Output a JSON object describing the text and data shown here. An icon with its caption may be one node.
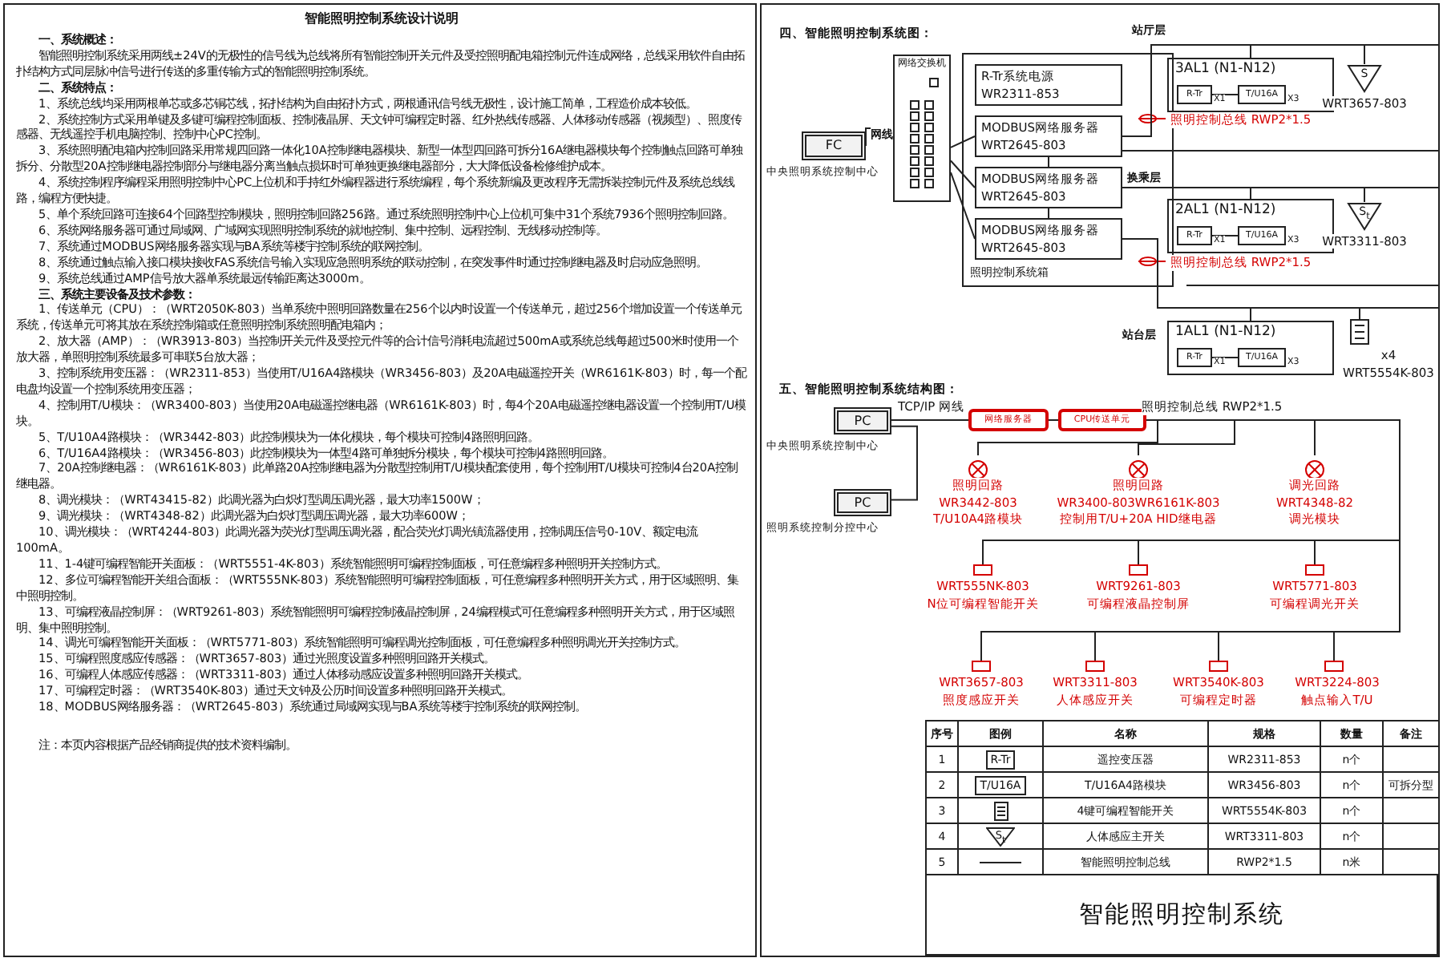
{
  "diagram": {
    "title": "智能照明控制系统设计说明",
    "nodes": [
      {
        "text": [
          "FC"
        ],
        "beside": [
          "中央照明系统控制中心"
        ]
      },
      {
        "text": [
          "网络交换机"
        ]
      },
      {
        "text": [
          "照明控制系统箱"
        ]
      },
      {
        "text": [
          "R-Tr系统电源",
          "WR2311-853"
        ],
        "in": 2
      },
      {
        "text": [
          "MODBUS网络服务器",
          "WRT2645-803"
        ],
        "in": 2
      },
      {
        "text": [
          "MODBUS网络服务器",
          "WRT2645-803"
        ],
        "in": 2
      },
      {
        "text": [
          "MODBUS网络服务器",
          "WRT2645-803"
        ],
        "in": 2
      },
      {
        "text": [
          "3AL1 (N1-N12)"
        ]
      },
      {
        "text": [
          "R-Tr"
        ],
        "in": 7,
        "beside": [
          "X1"
        ]
      },
      {
        "text": [
          "T/U16A"
        ],
        "in": 7,
        "beside": [
          "X3"
        ]
      },
      {
        "text": [
          "S"
        ],
        "beside": [
          "WRT3657-803"
        ]
      },
      {
        "text": [
          "2AL1 (N1-N12)"
        ]
      },
      {
        "text": [
          "R-Tr"
        ],
        "in": 11,
        "beside": [
          "X1"
        ]
      },
      {
        "text": [
          "T/U16A"
        ],
        "in": 11,
        "beside": [
          "X3"
        ]
      },
      {
        "text": [
          "S$_{t}$"
        ],
        "beside": [
          "WRT3311-803"
        ]
      },
      {
        "text": [
          "1AL1 (N1-N12)"
        ]
      },
      {
        "text": [
          "R-Tr"
        ],
        "in": 15,
        "beside": [
          "X1"
        ]
      },
      {
        "text": [
          "T/U16A"
        ],
        "in": 15,
        "beside": [
          "X3"
        ]
      },
      {
        "text": [],
        "shape": "box",
        "beside": [
          "x4",
          "WRT5554K-803"
        ]
      },
      {
        "text": [
          "PC"
        ],
        "beside": [
          "中央照明系统控制中心"
        ]
      },
      {
        "text": [
          "PC"
        ],
        "beside": [
          "照明系统控制分控中心"
        ]
      },
      {
        "text": [
          "网络服务器"
        ]
      },
      {
        "text": [
          "CPU传送单元"
        ]
      },
      {
        "text": [],
        "shape": "circle",
        "beside": [
          "照明回路",
          "WR3442-803",
          "T/U10A4路模块"
        ]
      },
      {
        "text": [],
        "shape": "circle",
        "beside": [
          "照明回路",
          "WR3400-803WR6161K-803",
          "控制用T/U+20A HID继电器"
        ]
      },
      {
        "text": [],
        "shape": "circle",
        "beside": [
          "调光回路",
          "WRT4348-82",
          "调光模块"
        ]
      },
      {
        "text": [],
        "shape": "box",
        "beside": [
          "WRT555NK-803",
          "N位可编程智能开关"
        ]
      },
      {
        "text": [],
        "shape": "box",
        "beside": [
          "WRT9261-803",
          "可编程液晶控制屏"
        ]
      },
      {
        "text": [],
        "shape": "box",
        "beside": [
          "WRT5771-803",
          "可编程调光开关"
        ]
      },
      {
        "text": [],
        "shape": "box",
        "beside": [
          "WRT3657-803",
          "照度感应开关"
        ]
      },
      {
        "text": [],
        "shape": "box",
        "beside": [
          "WRT3311-803",
          "人体感应开关"
        ]
      },
      {
        "text": [],
        "shape": "box",
        "beside": [
          "WRT3540K-803",
          "可编程定时器"
        ]
      },
      {
        "text": [],
        "shape": "box",
        "beside": [
          "WRT3224-803",
          "触点输入T/U"
        ]
      }
    ],
    "edges": [
      {
        "from": 0,
        "to": 1,
        "arrow": "none"
      },
      {
        "from": 1,
        "to": 4,
        "arrow": "none"
      },
      {
        "from": 1,
        "to": 5,
        "arrow": "none"
      },
      {
        "from": 1,
        "to": 6,
        "arrow": "none"
      },
      {
        "from": 4,
        "to": 5,
        "arrow": "none"
      },
      {
        "from": 5,
        "to": 6,
        "arrow": "none"
      },
      {
        "from": 4,
        "to": 7,
        "arrow": "none"
      },
      {
        "from": 4,
        "to": 10,
        "arrow": "none"
      },
      {
        "from": 5,
        "to": 11,
        "arrow": "none"
      },
      {
        "from": 5,
        "to": 14,
        "arrow": "none"
      },
      {
        "from": 6,
        "to": 15,
        "arrow": "none"
      },
      {
        "from": 6,
        "to": 18,
        "arrow": "none"
      },
      {
        "from": 8,
        "to": 9,
        "arrow": "none"
      },
      {
        "from": 12,
        "to": 13,
        "arrow": "none"
      },
      {
        "from": 16,
        "to": 17,
        "arrow": "none"
      },
      {
        "from": 19,
        "to": 20,
        "arrow": "none"
      },
      {
        "from": 19,
        "to": 21,
        "arrow": "none"
      },
      {
        "from": 21,
        "to": 22,
        "arrow": "none"
      },
      {
        "from": 22,
        "to": 23,
        "arrow": "none"
      },
      {
        "from": 22,
        "to": 24,
        "arrow": "none"
      },
      {
        "from": 22,
        "to": 25,
        "arrow": "none"
      },
      {
        "from": 22,
        "to": 26,
        "arrow": "none"
      },
      {
        "from": 22,
        "to": 27,
        "arrow": "none"
      },
      {
        "from": 22,
        "to": 28,
        "arrow": "none"
      },
      {
        "from": 22,
        "to": 29,
        "arrow": "none"
      },
      {
        "from": 22,
        "to": 30,
        "arrow": "none"
      },
      {
        "from": 22,
        "to": 31,
        "arrow": "none"
      },
      {
        "from": 22,
        "to": 32,
        "arrow": "none"
      }
    ],
    "labels": [
      "一、系统概述：",
      "智能照明控制系统采用两线±24V的无极性的信号线为总线将所有智能控制开关元件及受控照明配电箱控制元件连成网络，总线采用软件自由拓扑结构方式同层脉冲信号进行传送的多重传输方式的智能照明控制系统。",
      "二、系统特点：",
      "1、系统总线均采用两根单芯或多芯铜芯线，拓扑结构为自由拓扑方式，两根通讯信号线无极性，设计施工简单，工程造价成本较低。",
      "2、系统控制方式采用单键及多键可编程控制面板、控制液晶屏、天文钟可编程定时器、红外热线传感器、人体移动传感器（视频型）、照度传感器、无线遥控手机电脑控制、控制中心PC控制。",
      "3、系统照明配电箱内控制回路采用常规四回路一体化10A控制继电器模块、新型一体型四回路可拆分16A继电器模块每个控制触点回路可单独拆分、分散型20A控制继电器控制部分与继电器分离当触点损坏时可单独更换继电器部分，大大降低设备检修维护成本。",
      "4、系统控制程序编程采用照明控制中心PC上位机和手持红外编程器进行系统编程，每个系统新编及更改程序无需拆装控制元件及系统总线线路，编程方便快捷。",
      "5、单个系统回路可连接64个回路型控制模块，照明控制回路256路。通过系统照明控制中心上位机可集中31个系统7936个照明控制回路。",
      "6、系统网络服务器可通过局域网、广域网实现照明控制系统的就地控制、集中控制、远程控制、无线移动控制等。",
      "7、系统通过MODBUS网络服务器实现与BA系统等楼宇控制系统的联网控制。",
      "8、系统通过触点输入接口模块接收FAS系统信号输入实现应急照明系统的联动控制，在突发事件时通过控制继电器及时启动应急照明。",
      "9、系统总线通过AMP信号放大器单系统最远传输距离达3000m。",
      "三、系统主要设备及技术参数：",
      "1、传送单元（CPU）：（WRT2050K-803）当单系统中照明回路数量在256个以内时设置一个传送单元，超过256个增加设置一个传送单元系统，传送单元可将其放在系统控制箱或任意照明控制系统照明配电箱内；",
      "2、放大器（AMP）：（WR3913-803）当控制开关元件及受控元件等的合计信号消耗电流超过500mA或系统总线每超过500米时使用一个放大器，单照明控制系统最多可串联5台放大器；",
      "3、控制系统用变压器：（WR2311-853）当使用T/U16A4路模块（WR3456-803）及20A电磁遥控开关（WR6161K-803）时，每一个配电盘均设置一个控制系统用变压器；",
      "4、控制用T/U模块：（WR3400-803）当使用20A电磁遥控继电器（WR6161K-803）时，每4个20A电磁遥控继电器设置一个控制用T/U模块。",
      "5、T/U10A4路模块：（WR3442-803）此控制模块为一体化模块，每个模块可控制4路照明回路。",
      "6、T/U16A4路模块：（WR3456-803）此控制模块为一体型4路可单独拆分模块，每个模块可控制4路照明回路。",
      "7、20A控制继电器：（WR6161K-803）此单路20A控制继电器为分散型控制用T/U模块配套使用，每个控制用T/U模块可控制4台20A控制继电器。",
      "8、调光模块：（WRT43415-82）此调光器为白炽灯型调压调光器，最大功率1500W；",
      "9、调光模块：（WRT4348-82）此调光器为白炽灯型调压调光器，最大功率600W；",
      "10、调光模块：（WRT4244-803）此调光器为荧光灯型调压调光器，配合荧光灯调光镇流器使用，控制调压信号0-10V、额定电流100mA。",
      "11、1-4键可编程智能开关面板：（WRT5551-4K-803）系统智能照明可编程控制面板，可任意编程多种照明开关控制方式。",
      "12、多位可编程智能开关组合面板：（WRT555NK-803）系统智能照明可编程控制面板，可任意编程多种照明开关方式，用于区域照明、集中照明控制。",
      "13、可编程液晶控制屏：（WRT9261-803）系统智能照明可编程控制液晶控制屏，24编程模式可任意编程多种照明开关方式，用于区域照明、集中照明控制。",
      "14、调光可编程智能开关面板：（WRT5771-803）系统智能照明可编程调光控制面板，可任意编程多种照明调光开关控制方式。",
      "15、可编程照度感应传感器：（WRT3657-803）通过光照度设置多种照明回路开关模式。",
      "16、可编程人体感应传感器：（WRT3311-803）通过人体移动感应设置多种照明回路开关模式。",
      "17、可编程定时器：（WRT3540K-803）通过天文钟及公历时间设置多种照明回路开关模式。",
      "18、MODBUS网络服务器：（WRT2645-803）系统通过局域网实现与BA系统等楼宇控制系统的联网控制。",
      "注：本页内容根据产品经销商提供的技术资料编制。",
      "四、智能照明控制系统图：",
      "站厅层",
      "换乘层",
      "站台层",
      "网线",
      "照明控制总线 RWP2*1.5",
      "照明控制总线 RWP2*1.5",
      "五、智能照明控制系统结构图：",
      "TCP/IP 网线",
      "照明控制总线 RWP2*1.5",
      "序号",
      "图例",
      "名称",
      "规格",
      "数量",
      "备注",
      "1",
      "R-Tr",
      "遥控变压器",
      "WR2311-853",
      "n个",
      "2",
      "T/U16A",
      "T/U16A4路模块",
      "WR3456-803",
      "n个",
      "可拆分型",
      "3",
      "4键可编程智能开关",
      "WRT5554K-803",
      "n个",
      "4",
      "S$_{t}$",
      "人体感应主开关",
      "WRT3311-803",
      "n个",
      "5",
      "智能照明控制总线",
      "RWP2*1.5",
      "n米",
      "智能照明控制系统"
    ]
  }
}
